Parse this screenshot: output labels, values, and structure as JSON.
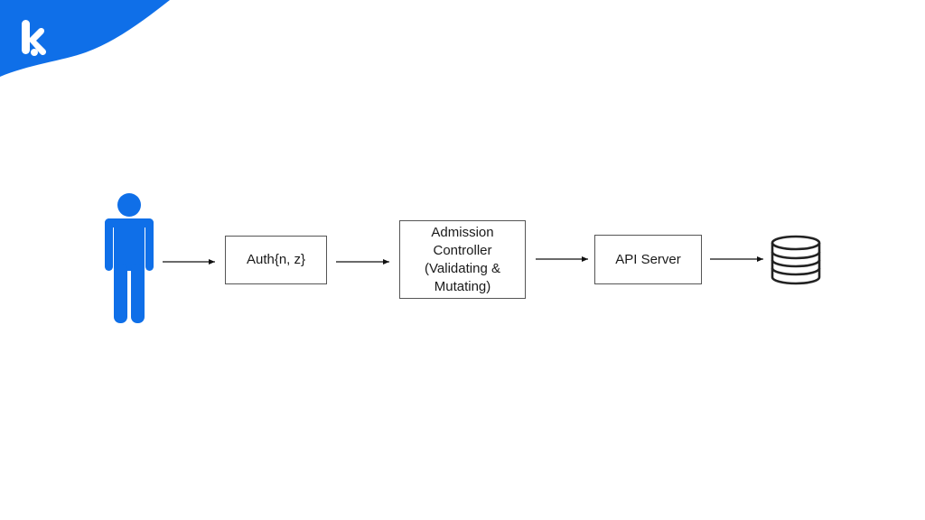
{
  "brand": {
    "logo_icon": "k-logo-icon",
    "color": "#0f6fe8"
  },
  "diagram": {
    "actor_icon": "person-icon",
    "steps": [
      {
        "label": "Auth{n, z}"
      },
      {
        "label": "Admission\nController\n(Validating &\nMutating)"
      },
      {
        "label": "API Server"
      }
    ],
    "store_icon": "database-icon",
    "accent_color": "#0f6fe8",
    "line_color": "#111111"
  }
}
